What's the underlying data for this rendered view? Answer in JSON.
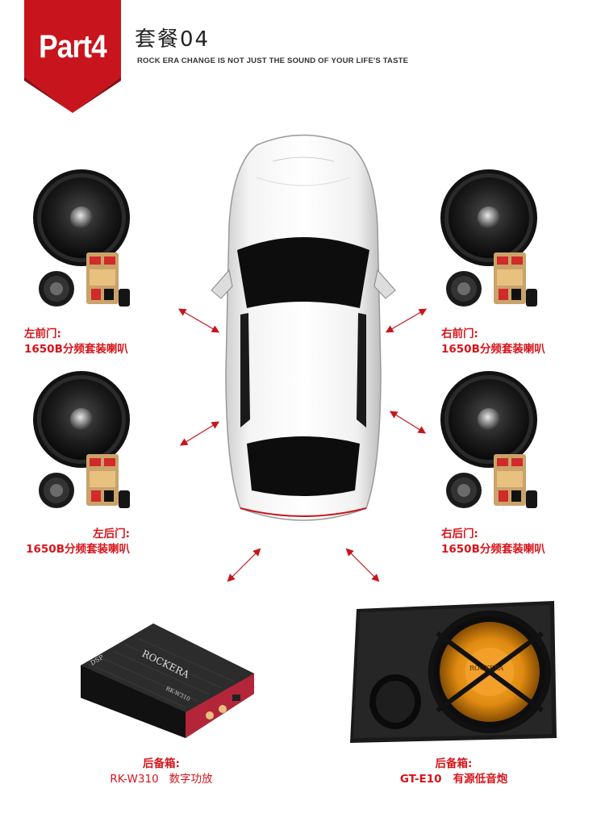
{
  "header": {
    "badge": "Part4",
    "title": "套餐04",
    "subtitle": "ROCK ERA CHANGE IS NOT JUST THE SOUND OF YOUR LIFE'S TASTE"
  },
  "speakers": {
    "front_left": {
      "position": "左前门:",
      "model": "1650B分频套装喇叭"
    },
    "front_right": {
      "position": "右前门:",
      "model": "1650B分频套装喇叭"
    },
    "rear_left": {
      "position": "左后门:",
      "model": "1650B分频套装喇叭"
    },
    "rear_right": {
      "position": "右后门:",
      "model": "1650B分频套装喇叭"
    }
  },
  "amplifier": {
    "position": "后备箱:",
    "model": "RK-W310",
    "desc": "数字功放",
    "brand_mark": "ROCKERA",
    "dsp_mark": "DSP",
    "model_mark": "RK-W310"
  },
  "subwoofer": {
    "position": "后备箱:",
    "model": "GT-E10",
    "desc": "有源低音炮",
    "brand_mark": "ROCKERA"
  },
  "colors": {
    "accent": "#d7141a",
    "badge": "#c8141c"
  }
}
